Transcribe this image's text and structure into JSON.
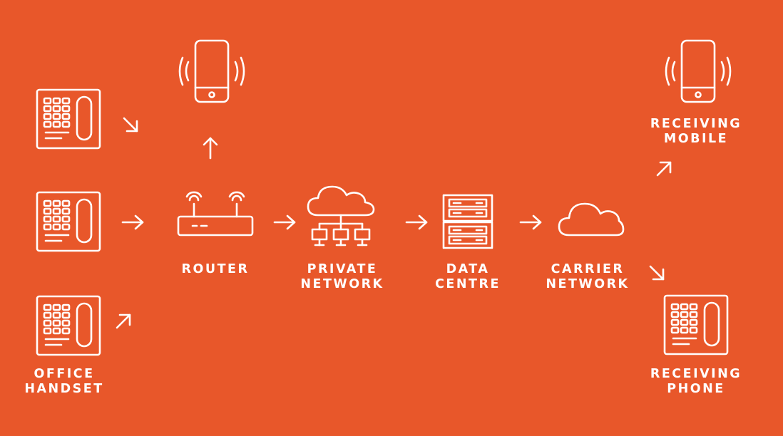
{
  "background_color": "#e8572a",
  "foreground_color": "#ffffff",
  "nodes": {
    "office_handset": {
      "icon": "desk-phone-icon",
      "label_lines": [
        "OFFICE",
        "HANDSET"
      ]
    },
    "router": {
      "icon": "router-icon",
      "label_lines": [
        "ROUTER"
      ]
    },
    "private_network": {
      "icon": "cloud-network-icon",
      "label_lines": [
        "PRIVATE",
        "NETWORK"
      ]
    },
    "data_centre": {
      "icon": "server-rack-icon",
      "label_lines": [
        "DATA",
        "CENTRE"
      ]
    },
    "carrier_network": {
      "icon": "cloud-icon",
      "label_lines": [
        "CARRIER",
        "NETWORK"
      ]
    },
    "receiving_mobile": {
      "icon": "mobile-phone-icon",
      "label_lines": [
        "RECEIVING",
        "MOBILE"
      ]
    },
    "receiving_phone": {
      "icon": "desk-phone-icon",
      "label_lines": [
        "RECEIVING",
        "PHONE"
      ]
    },
    "mobile_phone": {
      "icon": "mobile-phone-icon",
      "label_lines": []
    }
  },
  "edges": [
    {
      "from": "office_handset",
      "to": "router"
    },
    {
      "from": "office_handset",
      "to": "router"
    },
    {
      "from": "office_handset",
      "to": "router"
    },
    {
      "from": "router",
      "to": "mobile_phone"
    },
    {
      "from": "router",
      "to": "private_network"
    },
    {
      "from": "private_network",
      "to": "data_centre"
    },
    {
      "from": "data_centre",
      "to": "carrier_network"
    },
    {
      "from": "carrier_network",
      "to": "receiving_mobile"
    },
    {
      "from": "carrier_network",
      "to": "receiving_phone"
    }
  ]
}
